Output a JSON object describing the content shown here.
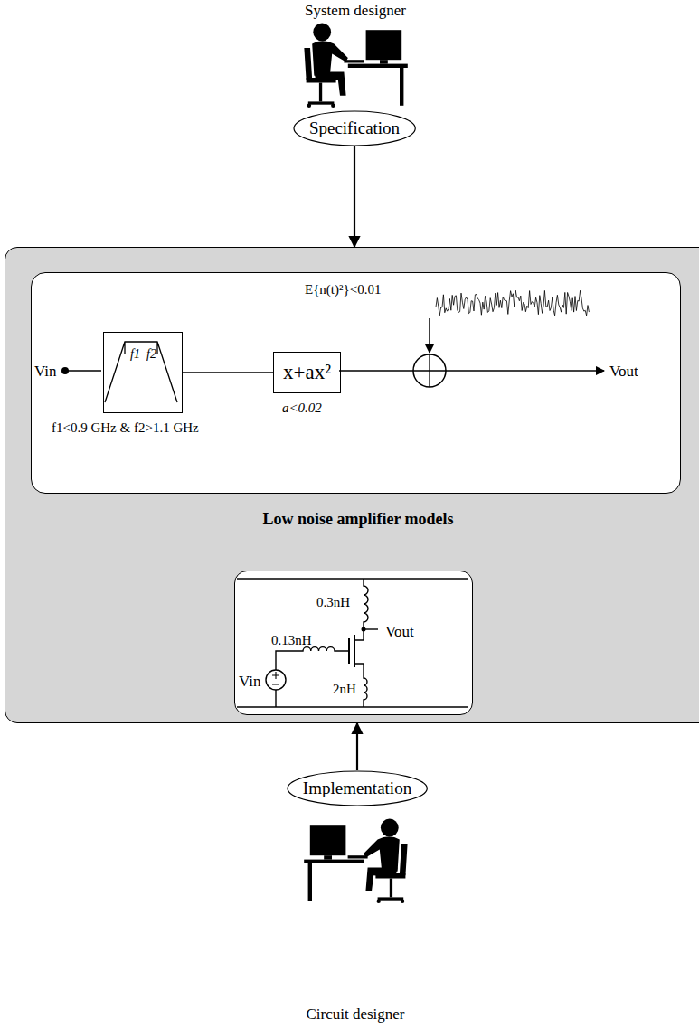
{
  "diagram": {
    "nodes": [
      {
        "text": [
          "Specification"
        ]
      },
      {
        "text": [
          "Low noise amplifier models"
        ]
      },
      {
        "text": [
          "Vin",
          "E{n(t)²}<0.01",
          "f1<0.9 GHz & f2>1.1 GHz",
          "a<0.02",
          "Vout"
        ],
        "in": 1
      },
      {
        "text": [
          "f1",
          "f2"
        ],
        "in": 2
      },
      {
        "text": [
          "x+ax²"
        ],
        "in": 2
      },
      {
        "text": [
          "0.3nH",
          "0.13nH",
          "Vout",
          "Vin",
          "2nH"
        ],
        "in": 1
      },
      {
        "text": [
          "Implementation"
        ]
      }
    ],
    "edges": [
      {
        "from": 0,
        "to": 1,
        "arrow": "to"
      },
      {
        "from": 3,
        "to": 4,
        "arrow": "none"
      },
      {
        "from": 6,
        "to": 1,
        "arrow": "to"
      }
    ],
    "labels": [
      "System designer",
      "Circuit designer"
    ]
  }
}
